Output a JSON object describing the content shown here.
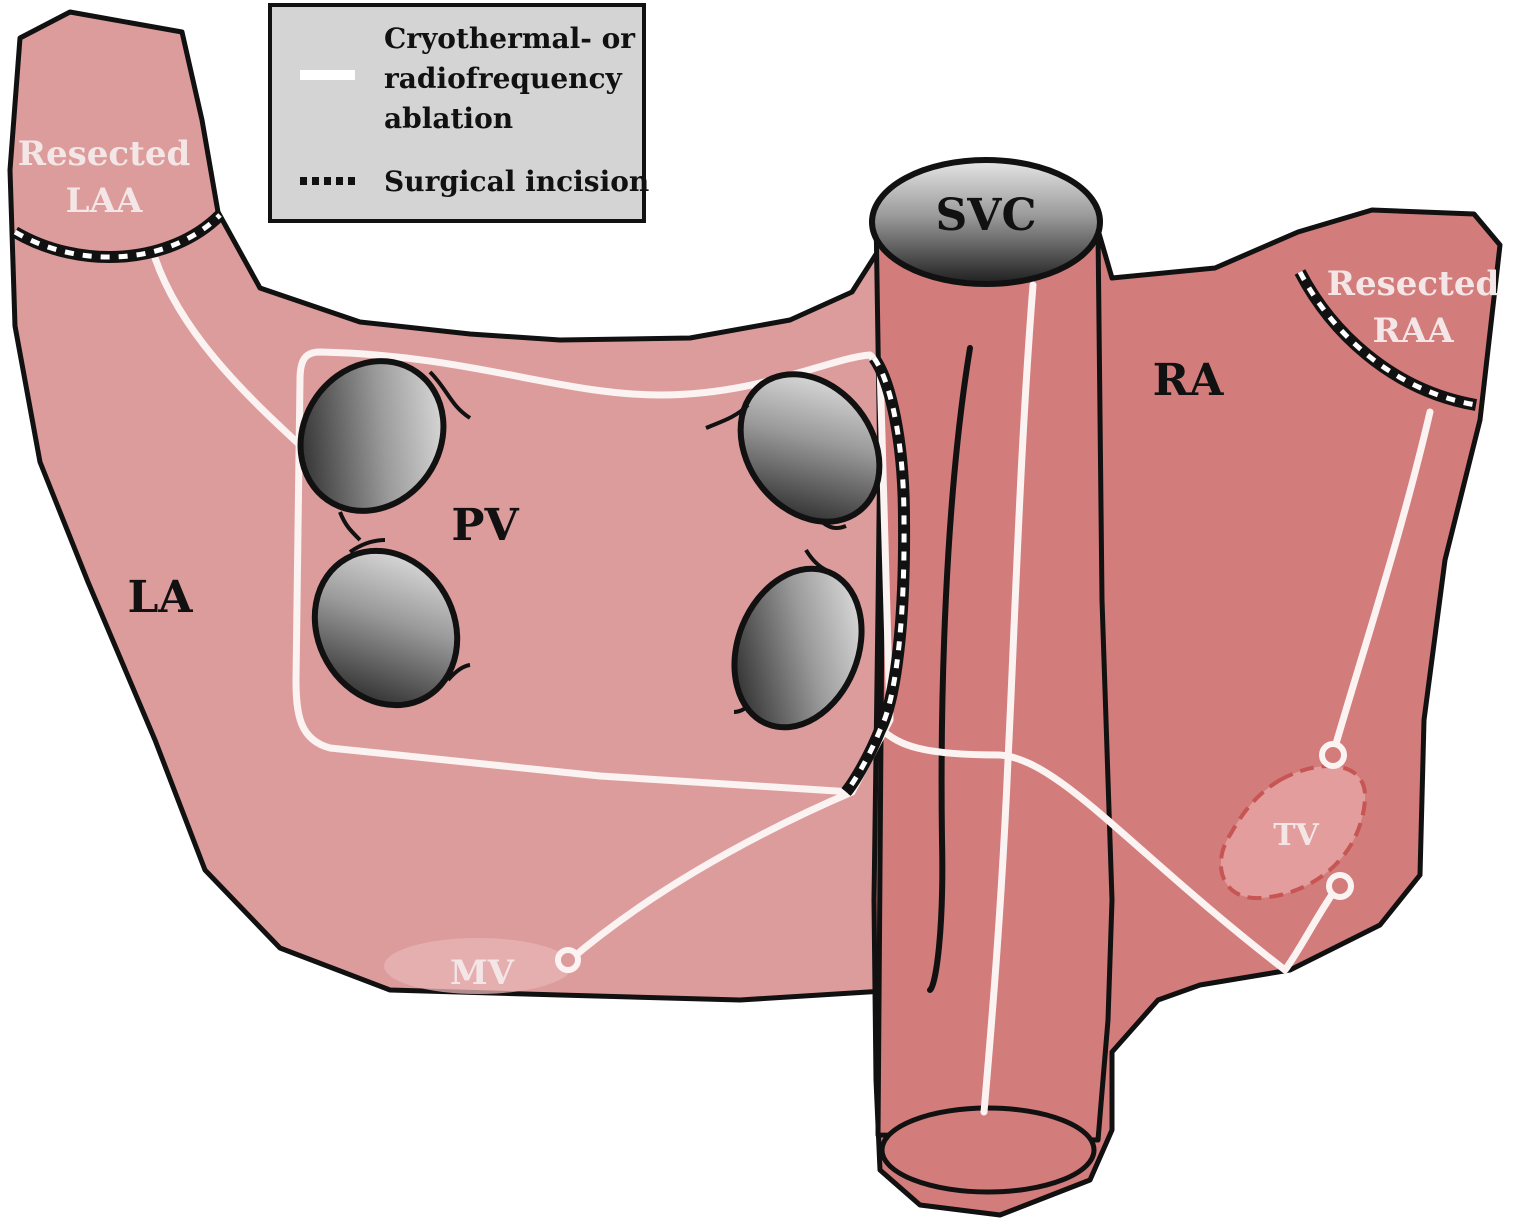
{
  "legend": {
    "ablation_line1": "Cryothermal- or",
    "ablation_line2": "radiofrequency",
    "ablation_line3": "ablation",
    "incision": "Surgical incision"
  },
  "labels": {
    "svc": "SVC",
    "ra": "RA",
    "la": "LA",
    "pv": "PV",
    "mv": "MV",
    "tv": "TV",
    "resected_laa_line1": "Resected",
    "resected_laa_line2": "LAA",
    "resected_raa_line1": "Resected",
    "resected_raa_line2": "RAA"
  },
  "colors": {
    "left_atrium": "#dd9c9c",
    "right_atrium": "#d27c7b",
    "outline": "#111111",
    "ablation_line": "#fbf2f2",
    "legend_background": "#d4d4d4"
  }
}
